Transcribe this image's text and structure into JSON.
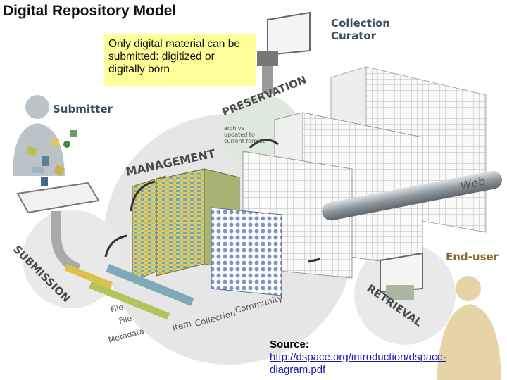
{
  "title": "Digital Repository Model",
  "note": "Only digital material can be submitted: digitized or digitally born",
  "roles": {
    "collection_curator_line1": "Collection",
    "collection_curator_line2": "Curator",
    "submitter": "Submitter",
    "end_user": "End-user"
  },
  "stages": {
    "preservation": "PRESERVATION",
    "management": "MANAGEMENT",
    "submission": "SUBMISSION",
    "retrieval": "RETRIEVAL"
  },
  "web": "Web",
  "archive_note": [
    "archive",
    "updated to",
    "current format"
  ],
  "hierarchy": {
    "file1": "File",
    "file2": "File",
    "metadata": "Metadata",
    "item": "Item",
    "collection": "Collection",
    "community": "Community"
  },
  "source": {
    "label": "Source:",
    "link": "http://dspace.org/introduction/dspace-diagram.pdf"
  }
}
